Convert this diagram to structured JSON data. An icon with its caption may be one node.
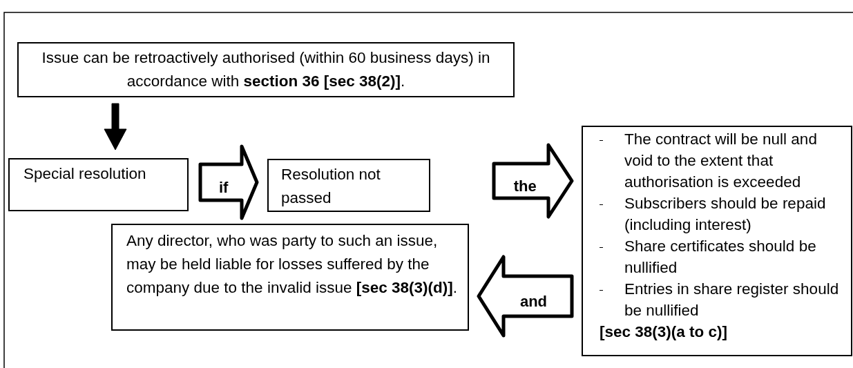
{
  "diagram": {
    "nodes": [
      {
        "text": [
          "Issue can be retroactively authorised (within 60 business days) in accordance with **section 36 [sec 38(2)]**."
        ]
      },
      {
        "text": [
          "Special resolution"
        ]
      },
      {
        "text": [
          "Resolution not passed"
        ]
      },
      {
        "text": [
          "The contract will be null and void to the extent that authorisation is exceeded",
          "Subscribers should be repaid (including interest)",
          "Share certificates should be nullified",
          "Entries in share register should be nullified",
          "**[sec 38(3)(a to c)]**"
        ]
      },
      {
        "text": [
          "Any director, who was party to such an issue, may be held liable for losses suffered by the company due to the invalid issue **[sec 38(3)(d)]**."
        ]
      }
    ],
    "edges": [
      {
        "from": 0,
        "to": 1,
        "arrow": "to",
        "style": "thick"
      },
      {
        "from": 1,
        "to": 2,
        "arrow": "to",
        "label": "if"
      },
      {
        "from": 2,
        "to": 3,
        "arrow": "to",
        "label": "the"
      },
      {
        "from": 3,
        "to": 4,
        "arrow": "to",
        "label": "and"
      }
    ]
  }
}
